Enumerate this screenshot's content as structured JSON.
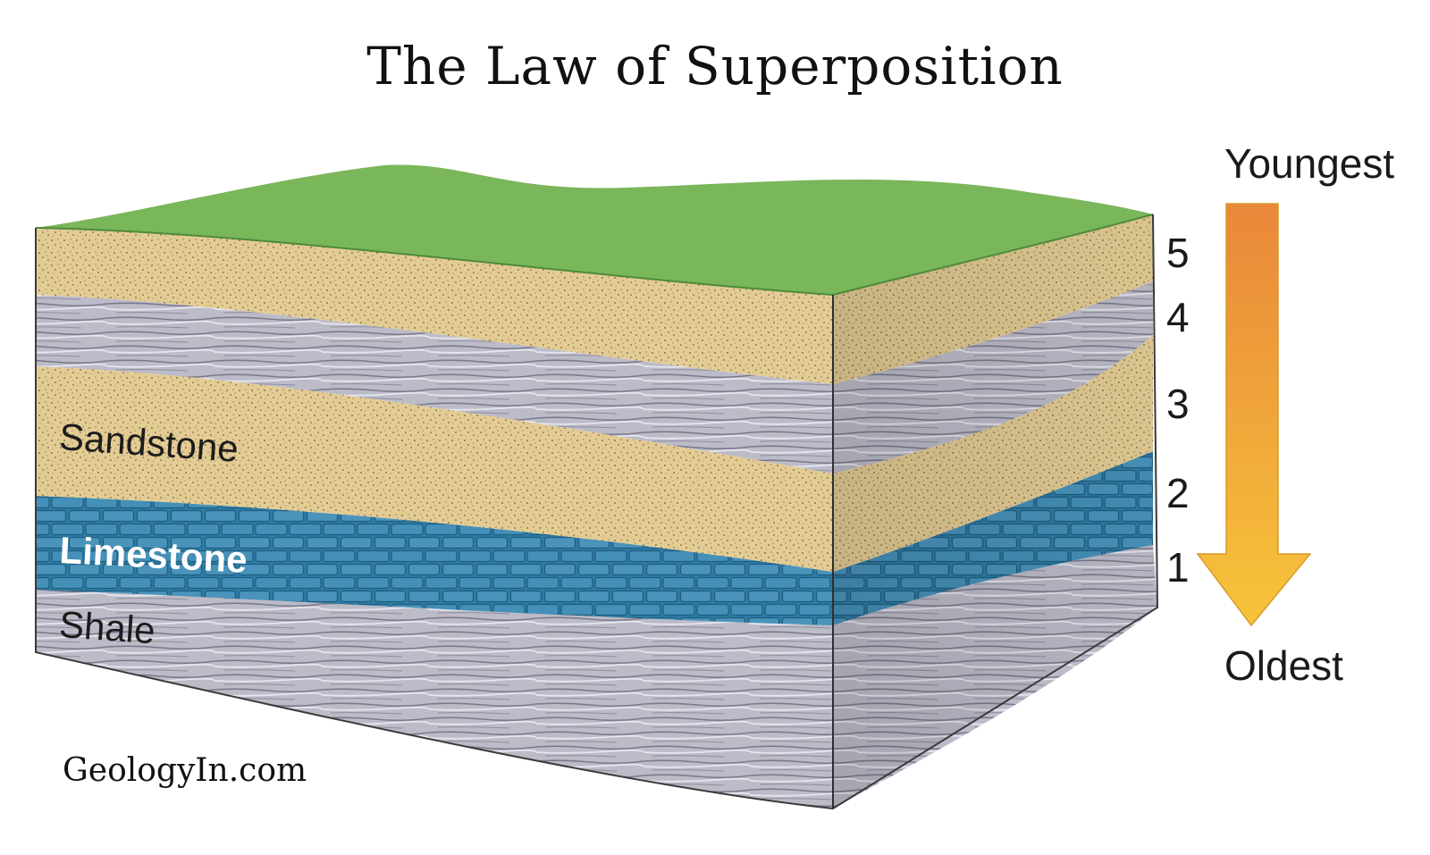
{
  "title": "The Law of Superposition",
  "layers": [
    {
      "label": "Shale",
      "number": "1",
      "color": "#b9b8c6"
    },
    {
      "label": "Limestone",
      "number": "2",
      "color": "#3d83a8"
    },
    {
      "label": "Sandstone",
      "number": "3",
      "color": "#e3cc94"
    },
    {
      "label": "",
      "number": "4",
      "color": "#b9b8c6"
    },
    {
      "label": "",
      "number": "5",
      "color": "#e3cc94"
    }
  ],
  "ground_color": "#7ab65a",
  "age_scale": {
    "top_label": "Youngest",
    "bottom_label": "Oldest",
    "arrow_colors": [
      "#e9873a",
      "#f7c43a"
    ]
  },
  "watermark": "GeologyIn.com"
}
